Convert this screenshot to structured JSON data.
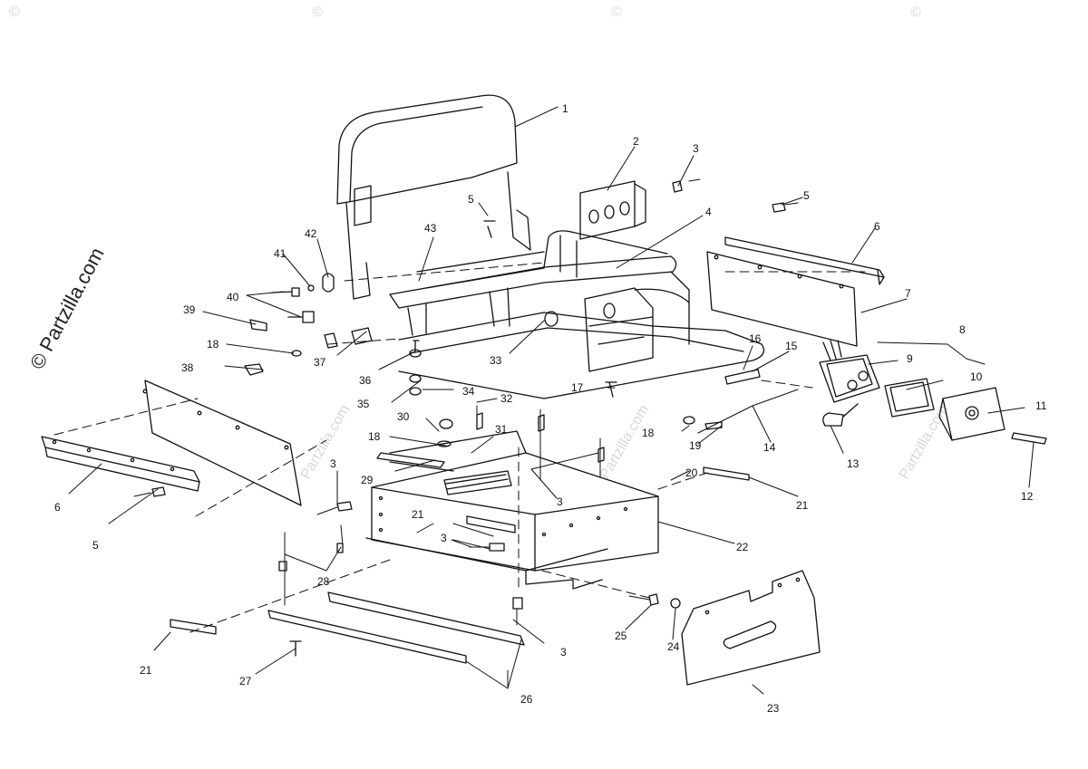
{
  "watermark": {
    "symbol": "©",
    "site": "Partzilla.com",
    "side_text": "© Partzilla.com"
  },
  "callouts": {
    "c1": "1",
    "c2": "2",
    "c3a": "3",
    "c3b": "3",
    "c3c": "3",
    "c3d": "3",
    "c3e": "3",
    "c4": "4",
    "c5a": "5",
    "c5b": "5",
    "c5c": "5",
    "c6a": "6",
    "c6b": "6",
    "c7": "7",
    "c8": "8",
    "c9": "9",
    "c10": "10",
    "c11": "11",
    "c12": "12",
    "c13": "13",
    "c14": "14",
    "c15": "15",
    "c16": "16",
    "c17": "17",
    "c18a": "18",
    "c18b": "18",
    "c18c": "18",
    "c19": "19",
    "c20": "20",
    "c21a": "21",
    "c21b": "21",
    "c21c": "21",
    "c22": "22",
    "c23": "23",
    "c24": "24",
    "c25": "25",
    "c26": "26",
    "c27": "27",
    "c28": "28",
    "c29": "29",
    "c30": "30",
    "c31": "31",
    "c32": "32",
    "c33": "33",
    "c34": "34",
    "c35": "35",
    "c36": "36",
    "c37": "37",
    "c38": "38",
    "c39": "39",
    "c40": "40",
    "c41": "41",
    "c42": "42",
    "c43": "43"
  }
}
